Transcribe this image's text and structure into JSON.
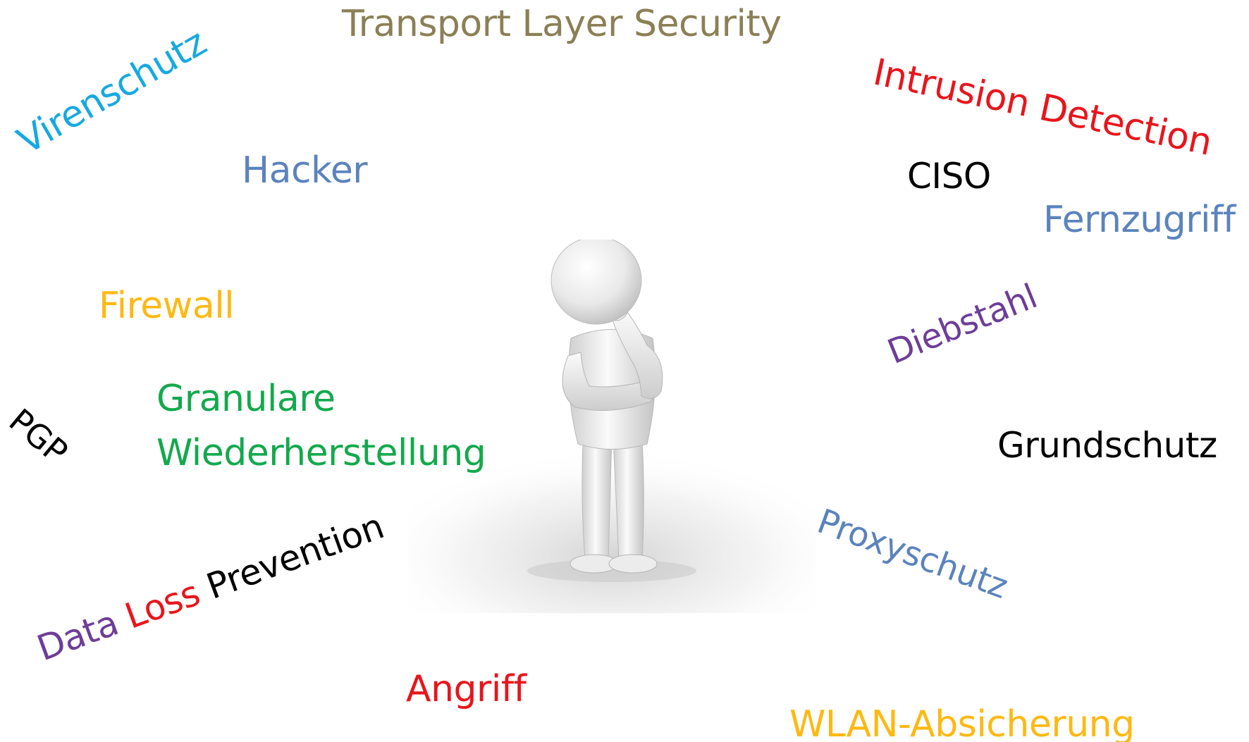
{
  "colors": {
    "olive": "#8b7f55",
    "red": "#e8151b",
    "cyan": "#16a9e0",
    "steel_blue": "#5b83bd",
    "black": "#000000",
    "amber": "#fdb913",
    "purple": "#6d3d99",
    "green": "#13a94c"
  },
  "words": {
    "transport_layer_security": "Transport Layer Security",
    "intrusion_detection": "Intrusion Detection",
    "virenschutz": "Virenschutz",
    "hacker": "Hacker",
    "ciso": "CISO",
    "fernzugriff": "Fernzugriff",
    "firewall": "Firewall",
    "diebstahl": "Diebstahl",
    "granulare": "Granulare",
    "wiederherstellung": "Wiederherstellung",
    "pgp": "PGP",
    "grundschutz": "Grundschutz",
    "proxyschutz": "Proxyschutz",
    "data": "Data",
    "loss": "Loss",
    "prevention": "Prevention",
    "angriff": "Angriff",
    "wlan_absicherung": "WLAN-Absicherung"
  }
}
